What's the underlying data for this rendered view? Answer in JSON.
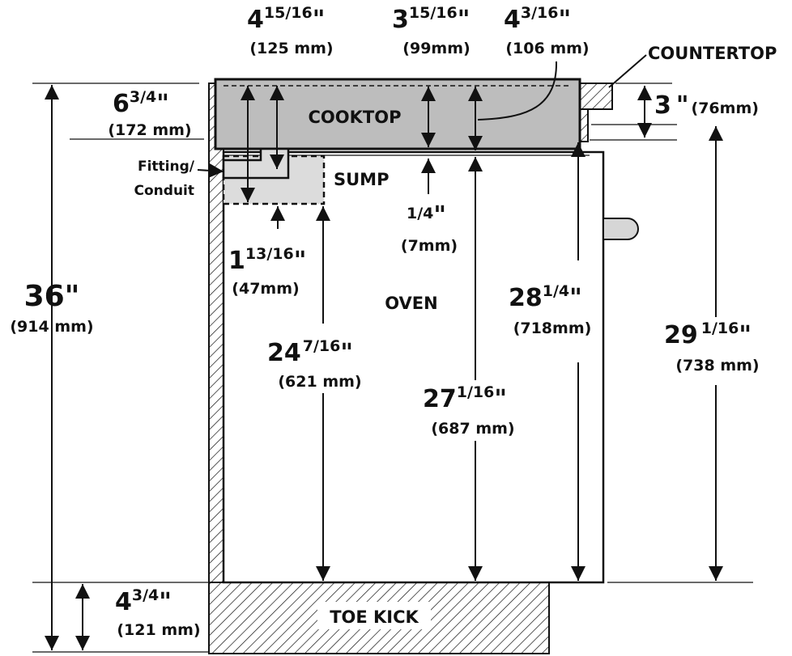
{
  "labels": {
    "cooktop": "COOKTOP",
    "countertop": "COUNTERTOP",
    "sump": "SUMP",
    "oven": "OVEN",
    "toe_kick": "TOE KICK",
    "fitting_line1": "Fitting/",
    "fitting_line2": "Conduit"
  },
  "dims": {
    "d1": {
      "whole": "4",
      "frac": "15/16",
      "unit": "\"",
      "mm": "(125 mm)"
    },
    "d2": {
      "whole": "3",
      "frac": "15/16",
      "unit": "\"",
      "mm": "(99mm)"
    },
    "d3": {
      "whole": "4",
      "frac": "3/16",
      "unit": "\"",
      "mm": "(106 mm)"
    },
    "d4": {
      "whole": "6",
      "frac": "3/4",
      "unit": "\"",
      "mm": "(172 mm)"
    },
    "d5": {
      "whole": "3",
      "unit": "\"",
      "mm": "(76mm)"
    },
    "d6": {
      "whole": "36",
      "unit": "\"",
      "mm": "(914 mm)"
    },
    "d7": {
      "whole": "1",
      "frac": "13/16",
      "unit": "\"",
      "mm": "(47mm)"
    },
    "d8": {
      "whole": "",
      "frac": "1/4",
      "unit": "\"",
      "mm": "(7mm)"
    },
    "d9": {
      "whole": "28",
      "frac": "1/4",
      "unit": "\"",
      "mm": "(718mm)"
    },
    "d10": {
      "whole": "29",
      "frac": "1/16",
      "unit": "\"",
      "mm": "(738 mm)"
    },
    "d11": {
      "whole": "24",
      "frac": "7/16",
      "unit": "\"",
      "mm": "(621 mm)"
    },
    "d12": {
      "whole": "27",
      "frac": "1/16",
      "unit": "\"",
      "mm": "(687 mm)"
    },
    "d13": {
      "whole": "4",
      "frac": "3/4",
      "unit": "\"",
      "mm": "(121 mm)"
    }
  },
  "colors": {
    "cooktop_fill": "#bdbdbd",
    "sump_fill": "#dcdcdc",
    "handle_fill": "#d6d6d6",
    "ink": "#111111"
  }
}
